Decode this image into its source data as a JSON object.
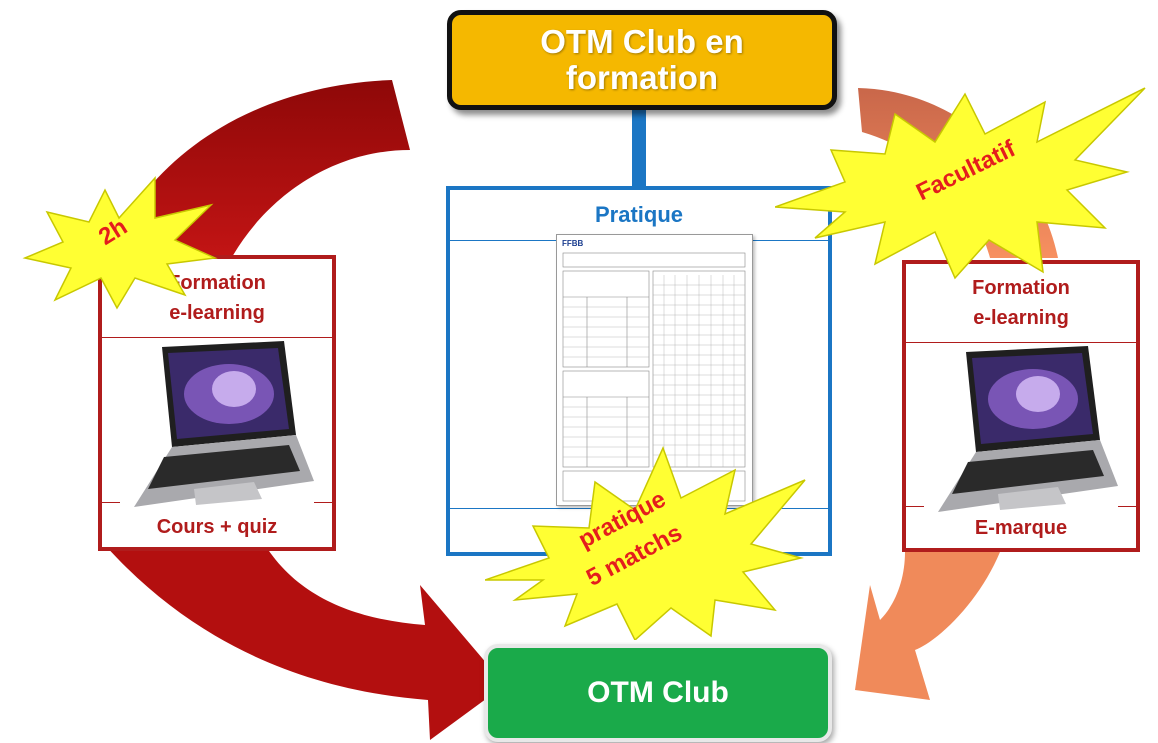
{
  "top_box": {
    "text": "OTM Club en formation"
  },
  "bottom_box": {
    "text": "OTM Club"
  },
  "left_panel": {
    "title_line1": "Formation",
    "title_line2": "e-learning",
    "footer": "Cours + quiz"
  },
  "right_panel": {
    "title_line1": "Formation",
    "title_line2": "e-learning",
    "footer": "E-marque"
  },
  "center_panel": {
    "title": "Pratique",
    "sheet_logo": "FFBB"
  },
  "stars": {
    "left_star": "2h",
    "right_star": "Facultatif",
    "bottom_star_line1": "pratique",
    "bottom_star_line2": "5 matchs"
  },
  "colors": {
    "top_box": "#f5b800",
    "bottom_box": "#1aaa4a",
    "left_arrow": "#a50f0f",
    "right_arrow": "#f0875a",
    "center_arrow": "#1b76c4",
    "star_fill": "#ffff33",
    "star_text": "#e41d1d"
  }
}
